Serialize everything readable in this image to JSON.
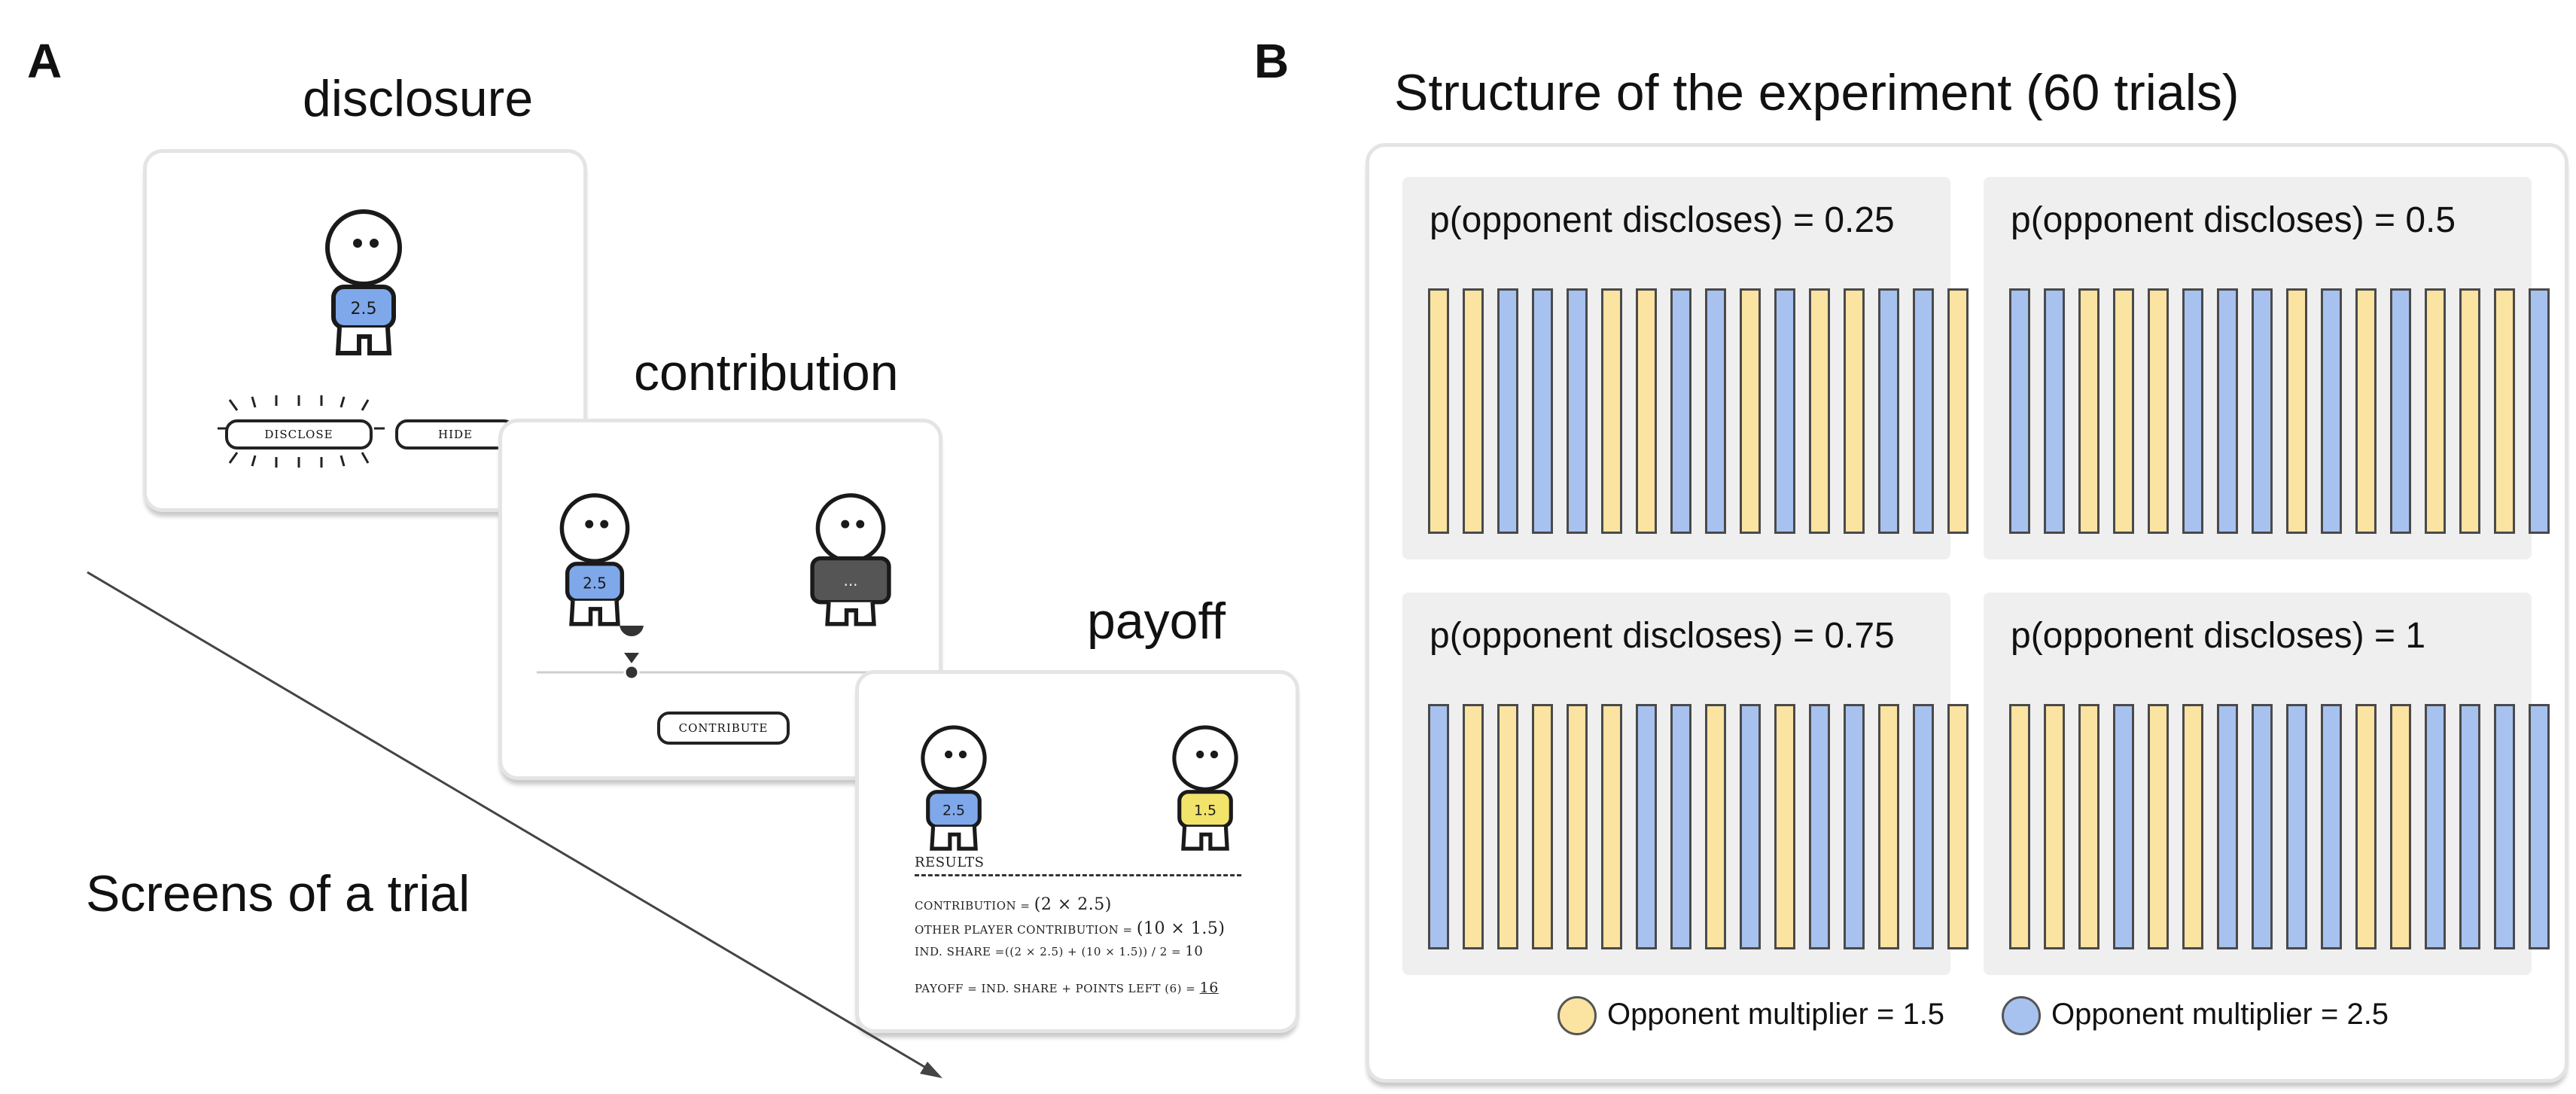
{
  "panel_a": {
    "letter": "A",
    "screens_label": "Screens of a trial",
    "disclosure": {
      "title": "disclosure",
      "badge": "2.5",
      "disclose_button": "DISCLOSE",
      "hide_button": "HIDE"
    },
    "contribution": {
      "title": "contribution",
      "player_badge": "2.5",
      "opponent_badge": "...",
      "slider_value": "2",
      "contribute_button": "CONTRIBUTE"
    },
    "payoff": {
      "title": "payoff",
      "player_badge": "2.5",
      "opponent_badge": "1.5",
      "results_heading": "RESULTS",
      "contribution_label": "CONTRIBUTION =",
      "contribution_value": "(2 × 2.5)",
      "other_label": "OTHER PLAYER CONTRIBUTION =",
      "other_value": "(10 × 1.5)",
      "share_label": "IND. SHARE =((2 × 2.5) + (10 × 1.5)) / 2 =",
      "share_value": "10",
      "payoff_label": "PAYOFF = IND. SHARE + POINTS LEFT (6) =",
      "payoff_value": "16"
    }
  },
  "panel_b": {
    "letter": "B",
    "title": "Structure of the experiment (60 trials)",
    "colors": {
      "yellow": "#fbe3a2",
      "blue": "#a8c2f0",
      "panel_bg": "#efefef"
    },
    "legend": [
      {
        "label": "Opponent multiplier = 1.5",
        "color": "#fbe3a2"
      },
      {
        "label": "Opponent multiplier = 2.5",
        "color": "#a8c2f0"
      }
    ]
  },
  "chart_data": {
    "type": "bar",
    "title": "Structure of the experiment (60 trials)",
    "series_key": {
      "Y": "Opponent multiplier = 1.5",
      "B": "Opponent multiplier = 2.5"
    },
    "blocks": [
      {
        "label": "p(opponent discloses) = 0.25",
        "sequence": [
          "Y",
          "Y",
          "B",
          "B",
          "B",
          "Y",
          "Y",
          "B",
          "B",
          "Y",
          "B",
          "Y",
          "Y",
          "B",
          "B",
          "Y"
        ]
      },
      {
        "label": "p(opponent discloses) = 0.5",
        "sequence": [
          "B",
          "B",
          "Y",
          "Y",
          "Y",
          "B",
          "B",
          "B",
          "Y",
          "B",
          "Y",
          "B",
          "Y",
          "Y",
          "Y",
          "B"
        ]
      },
      {
        "label": "p(opponent discloses) = 0.75",
        "sequence": [
          "B",
          "Y",
          "Y",
          "Y",
          "Y",
          "Y",
          "B",
          "B",
          "Y",
          "B",
          "Y",
          "B",
          "B",
          "Y",
          "B",
          "Y"
        ]
      },
      {
        "label": "p(opponent discloses) = 1",
        "sequence": [
          "Y",
          "Y",
          "Y",
          "B",
          "Y",
          "Y",
          "B",
          "B",
          "B",
          "B",
          "Y",
          "Y",
          "B",
          "B",
          "B",
          "B"
        ]
      }
    ]
  }
}
